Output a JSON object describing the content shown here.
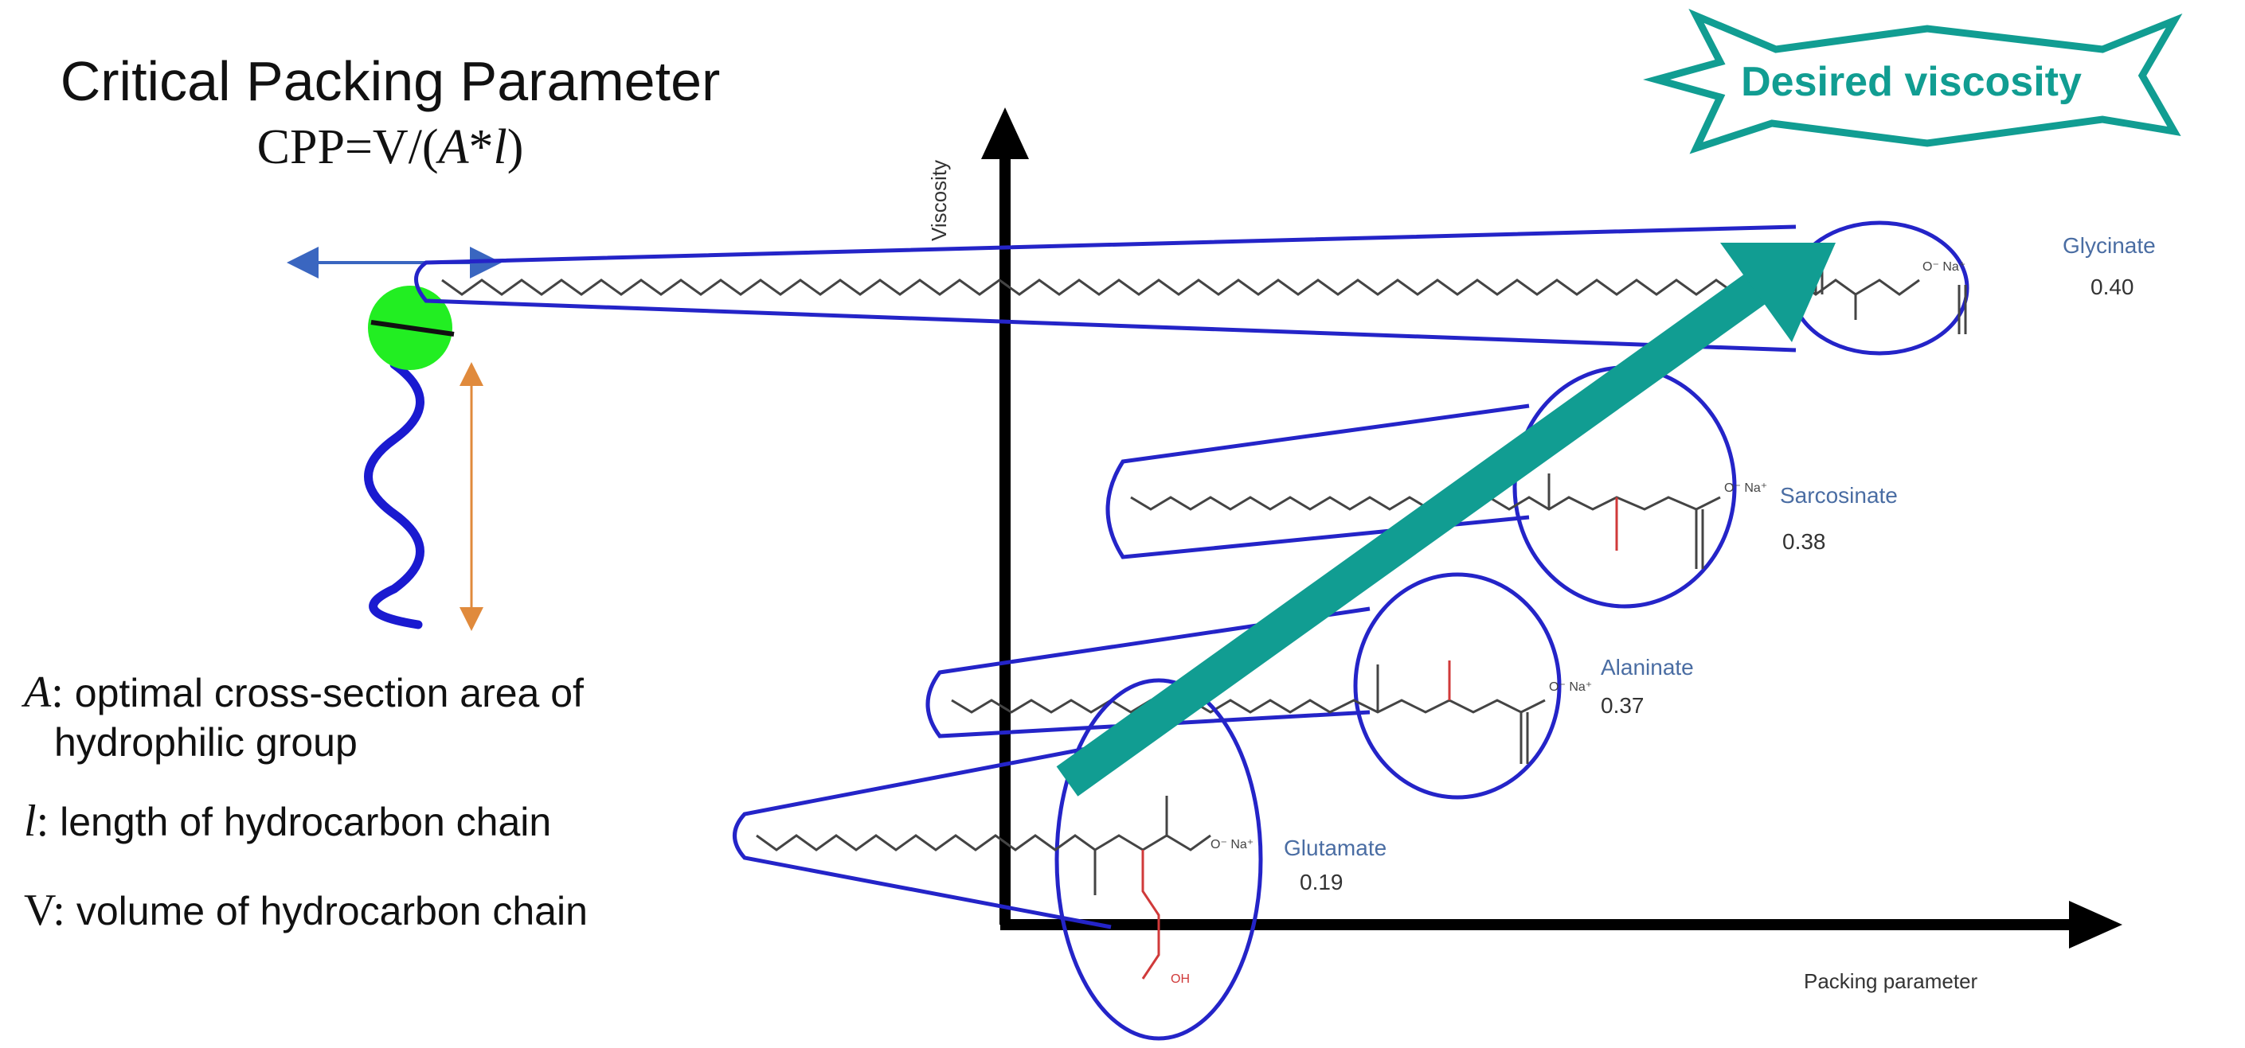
{
  "header": {
    "title": "Critical Packing Parameter",
    "formula_prefix": "CPP=V/(",
    "formula_A": "A",
    "formula_mid": "*",
    "formula_l": "l",
    "formula_suffix": ")"
  },
  "definitions": [
    {
      "symbol": "A",
      "text": "optimal cross-section area of",
      "continuation": "hydrophilic group"
    },
    {
      "symbol": "l",
      "text": "length of hydrocarbon chain"
    },
    {
      "symbol": "V",
      "text": "volume of hydrocarbon chain"
    }
  ],
  "diagram": {
    "y_axis_label": "Viscosity",
    "x_axis_label": "Packing parameter",
    "target_label": "Desired viscosity",
    "ion_label": "O⁻ Na⁺",
    "acid_label": "OH",
    "molecules": [
      {
        "name": "Glutamate",
        "cpp": "0.19"
      },
      {
        "name": "Alaninate",
        "cpp": "0.37"
      },
      {
        "name": "Sarcosinate",
        "cpp": "0.38"
      },
      {
        "name": "Glycinate",
        "cpp": "0.40"
      }
    ]
  },
  "colors": {
    "outline": "#2424c8",
    "arrow": "#119d92",
    "head_group": "#22ee22",
    "tail": "#1a1ad0",
    "double_arrow_h": "#3a66c0",
    "double_arrow_v": "#e08a3c",
    "label_blue": "#4a6da3",
    "red_group": "#d03a3a"
  }
}
